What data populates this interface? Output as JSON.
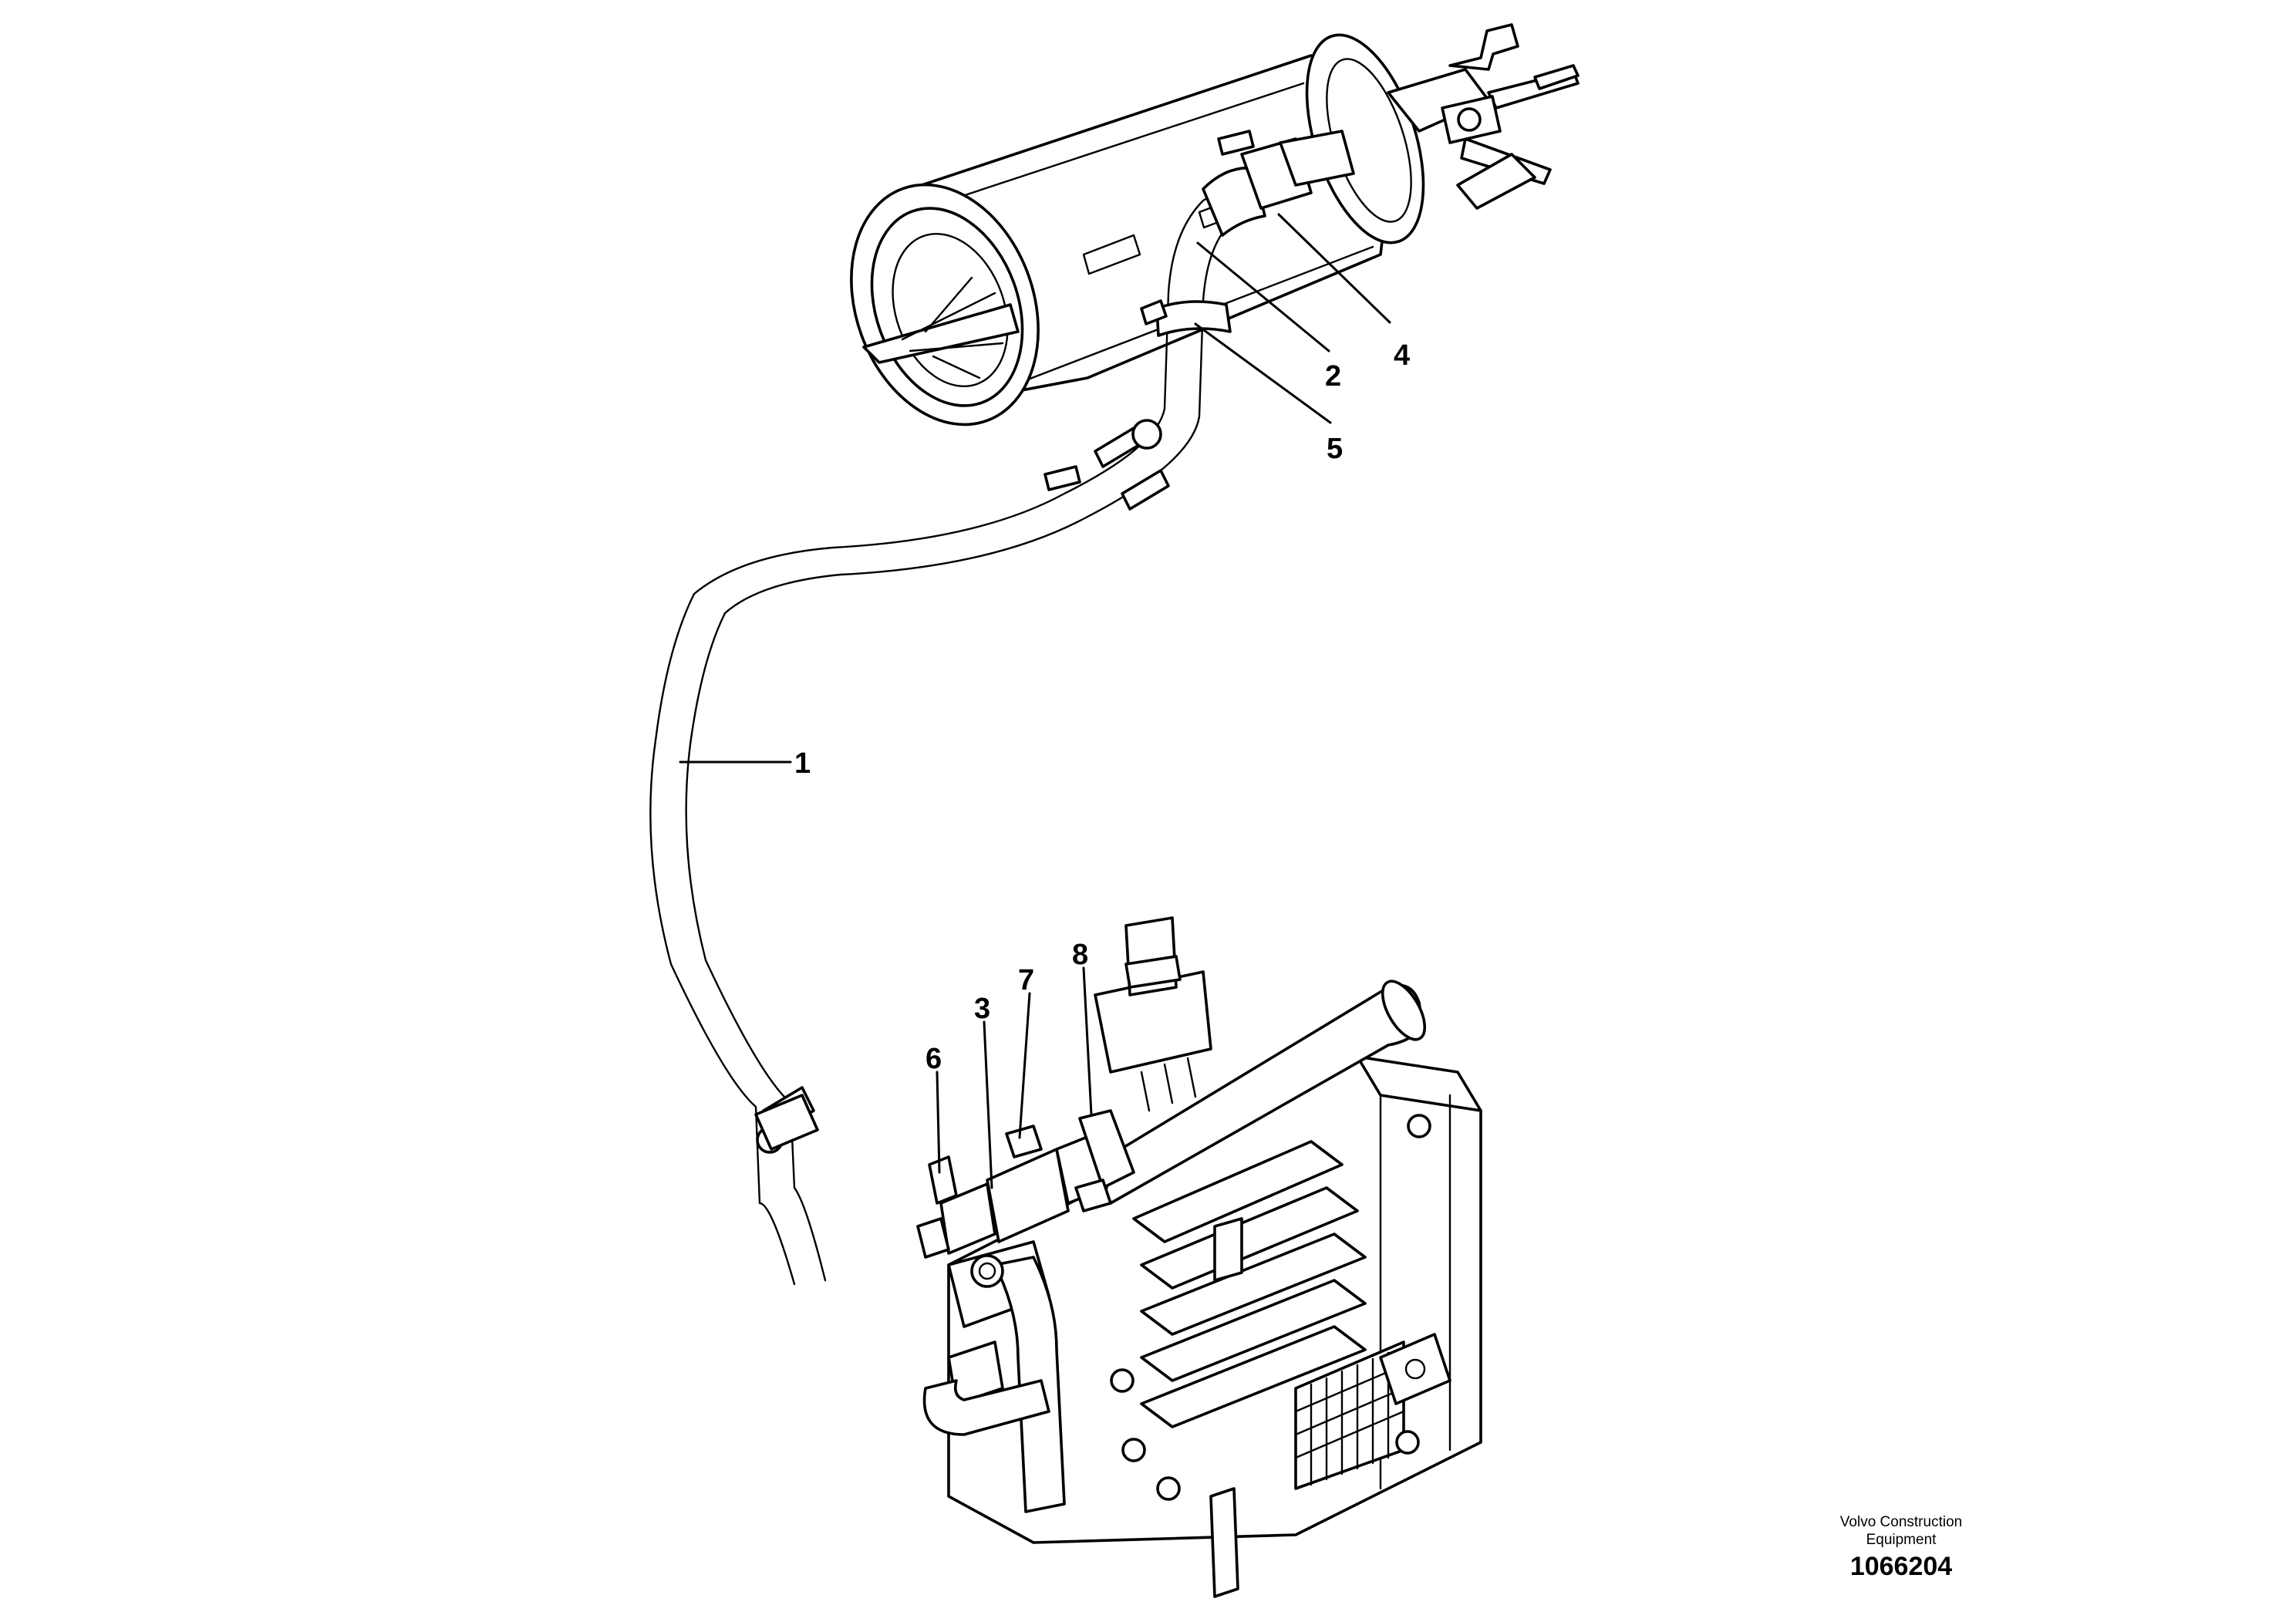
{
  "callouts": {
    "c1": "1",
    "c2": "2",
    "c3": "3",
    "c4": "4",
    "c5": "5",
    "c6": "6",
    "c7": "7",
    "c8": "8"
  },
  "credit": {
    "line1": "Volvo Construction",
    "line2": "Equipment",
    "drawing_number": "1066204"
  }
}
